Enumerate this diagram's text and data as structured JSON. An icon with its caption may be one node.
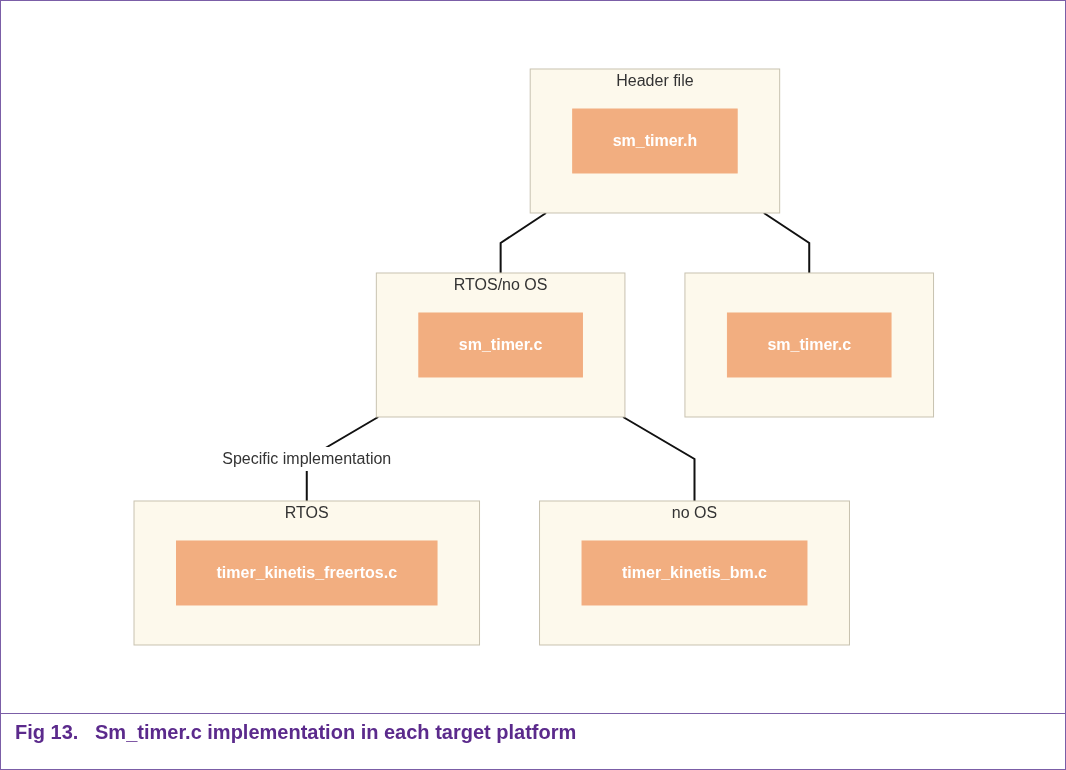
{
  "diagram": {
    "caption": "Fig 13.   Sm_timer.c implementation in each target platform",
    "nodes": [
      {
        "text": [
          "Header file"
        ]
      },
      {
        "text": [
          "sm_timer.h"
        ],
        "in": 0
      },
      {
        "text": [],
        "shape": "box"
      },
      {
        "text": [
          "sm_timer.c"
        ],
        "in": 2
      },
      {
        "text": [
          "RTOS/no OS"
        ]
      },
      {
        "text": [
          "sm_timer.c"
        ],
        "in": 4
      },
      {
        "text": [
          "RTOS"
        ]
      },
      {
        "text": [
          "timer_kinetis_freertos.c"
        ],
        "in": 6
      },
      {
        "text": [
          "no OS"
        ]
      },
      {
        "text": [
          "timer_kinetis_bm.c"
        ],
        "in": 8
      }
    ],
    "edges": [
      {
        "from": 0,
        "to": 2,
        "arrow": "none"
      },
      {
        "from": 0,
        "to": 4,
        "arrow": "none"
      },
      {
        "from": 4,
        "to": 6,
        "arrow": "none",
        "label": "Specific implementation"
      },
      {
        "from": 4,
        "to": 8,
        "arrow": "none"
      }
    ]
  }
}
